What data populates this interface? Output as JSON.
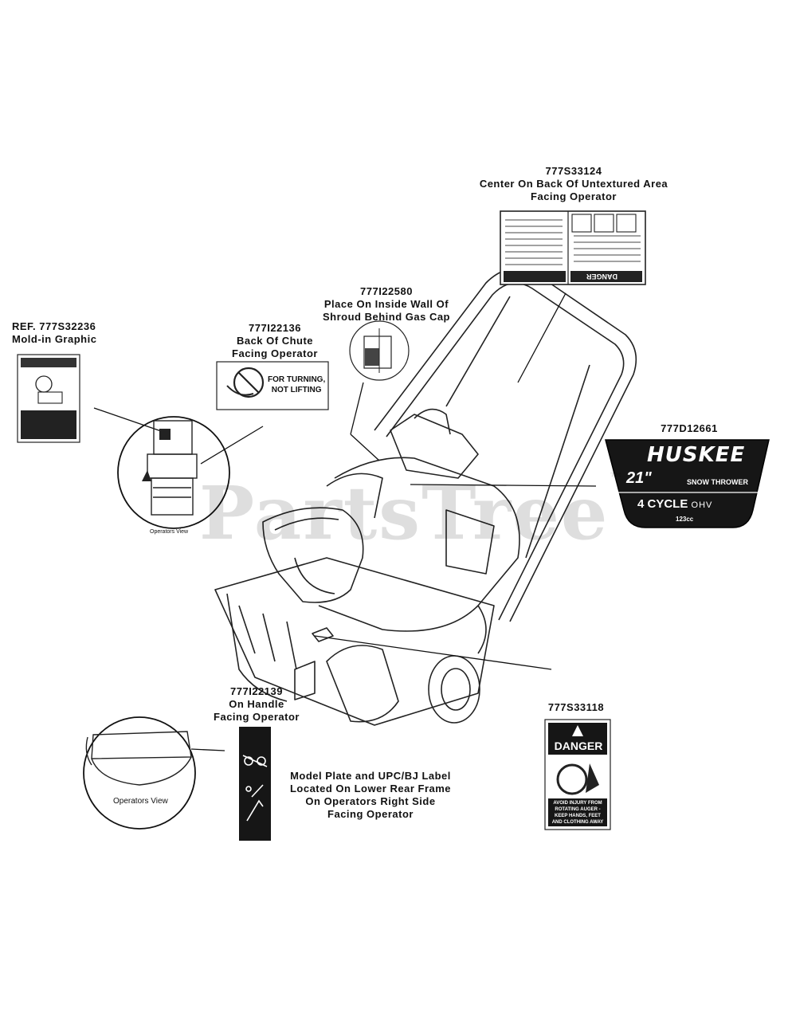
{
  "watermark": {
    "brand": "PartsTree",
    "tm": "™"
  },
  "labels": {
    "l777S33124": {
      "part": "777S33124",
      "line1": "Center On Back Of Untextured Area",
      "line2": "Facing Operator"
    },
    "l777I22580": {
      "part": "777I22580",
      "line1": "Place On Inside Wall Of",
      "line2": "Shroud Behind Gas Cap"
    },
    "lREF": {
      "part": "REF. 777S32236",
      "line1": "Mold-in Graphic"
    },
    "l777I22136": {
      "part": "777I22136",
      "line1": "Back Of Chute",
      "line2": "Facing Operator"
    },
    "l777D12661": {
      "part": "777D12661"
    },
    "l777I22139": {
      "part": "777I22139",
      "line1": "On Handle",
      "line2": "Facing Operator"
    },
    "l777S33118": {
      "part": "777S33118"
    },
    "model_plate": {
      "line1": "Model Plate and UPC/BJ Label",
      "line2": "Located On Lower Rear Frame",
      "line3": "On Operators Right Side",
      "line4": "Facing Operator"
    }
  },
  "decals": {
    "chute_decal": {
      "text1": "FOR TURNING,",
      "text2": "NOT LIFTING"
    },
    "huskee": {
      "brand": "HUSKEE",
      "size": "21\"",
      "type": "SNOW THROWER",
      "cycle": "4 CYCLE",
      "ohv": "OHV",
      "cc": "123cc"
    },
    "danger_decal": {
      "header": "DANGER",
      "text1": "AVOID INJURY FROM",
      "text2": "ROTATING AUGER -",
      "text3": "KEEP HANDS, FEET",
      "text4": "AND CLOTHING AWAY"
    },
    "top_decal": {
      "word": "DANGER"
    }
  },
  "views": {
    "upper_view": "Operators View",
    "lower_view": "Operators View"
  }
}
